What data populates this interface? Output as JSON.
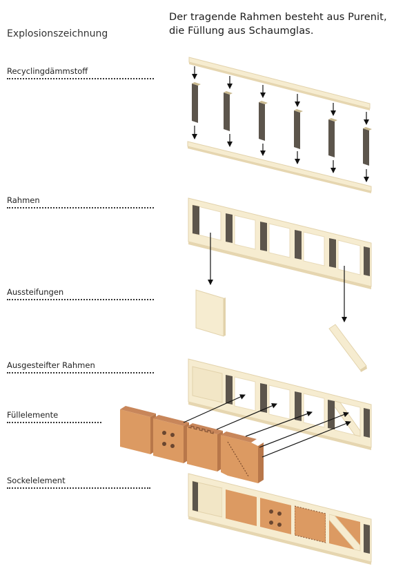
{
  "heading": {
    "line1": "Der tragende Rahmen besteht aus Purenit,",
    "line2": "die Füllung aus Schaumglas."
  },
  "subtitle": "Explosionszeichnung",
  "labels": {
    "recycling": "Recyclingdämmstoff",
    "rahmen": "Rahmen",
    "aussteifungen": "Aussteifungen",
    "ausgesteift": "Ausgesteifter Rahmen",
    "fuellelemente": "Füllelemente",
    "sockel": "Sockelelement"
  },
  "colors": {
    "purenit": "#f6ecd0",
    "purenit_edge": "#e4d4ae",
    "insulation": "#5c554c",
    "foamglass": "#dc9a62",
    "foamglass_side": "#b8774a",
    "arrow": "#111111"
  }
}
